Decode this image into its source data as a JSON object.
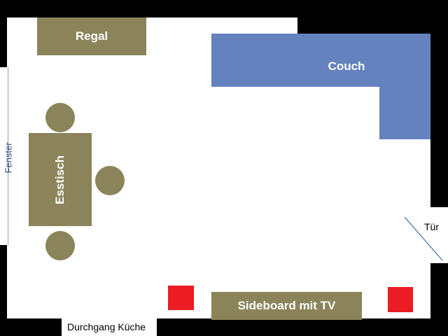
{
  "floorplan": {
    "furniture": {
      "regal": "Regal",
      "couch": "Couch",
      "esstisch": "Esstisch",
      "sideboard": "Sideboard mit TV"
    },
    "labels": {
      "fenster": "Fenster",
      "tuer": "Tür",
      "durchgang": "Durchgang Küche"
    },
    "colors": {
      "wall": "#000000",
      "floor": "#ffffff",
      "olive": "#8b845a",
      "couch": "#6482bd",
      "speaker": "#ec1c24",
      "window": "#8aa0b4",
      "fenster_text": "#2f4b7c"
    }
  }
}
